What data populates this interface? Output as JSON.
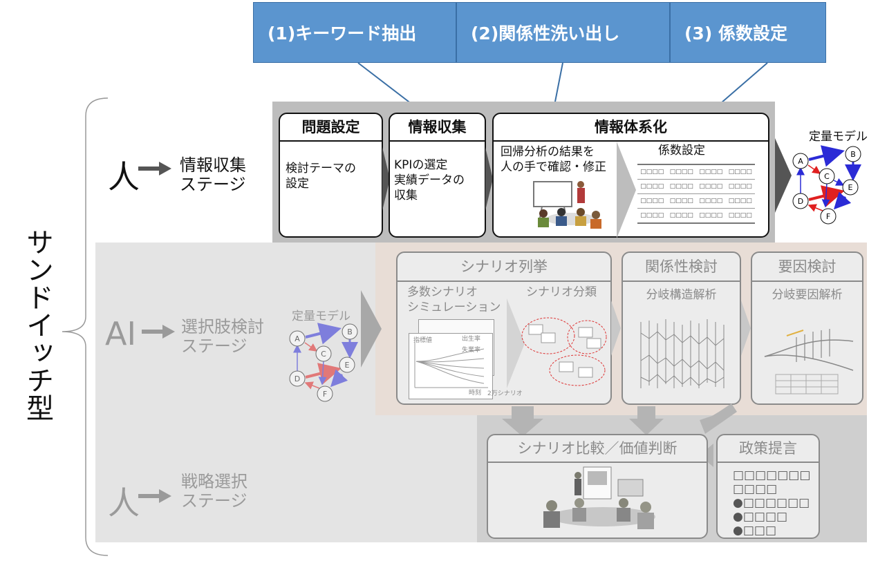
{
  "callouts": [
    {
      "label": "(1)キーワード抽出"
    },
    {
      "label": "(2)関係性洗い出し"
    },
    {
      "label": "(3) 係数設定"
    }
  ],
  "side_label": "サンドイッチ型",
  "stage1": {
    "actor": "人",
    "name": "情報収集\nステージ",
    "cards": {
      "problem": {
        "title": "問題設定",
        "body": "検討テーマの\n設定"
      },
      "collect": {
        "title": "情報収集",
        "body": "KPIの選定\n実績データの\n収集"
      },
      "system": {
        "title": "情報体系化",
        "left_text": "回帰分析の結果を\n人の手で確認・修正",
        "right_title": "係数設定",
        "cell": "□□□□"
      }
    },
    "model_label": "定量モデル"
  },
  "stage2": {
    "actor": "AI",
    "name": "選択肢検討\nステージ",
    "model_label": "定量モデル",
    "cards": {
      "scenario": {
        "title": "シナリオ列挙",
        "sub_left": "多数シナリオ\nシミュレーション",
        "sub_right": "シナリオ分類",
        "chart_labels": {
          "series1": "出生率",
          "series2": "失業率",
          "y": "指標値",
          "x": "時刻",
          "count": "2万シナリオ"
        }
      },
      "relation": {
        "title": "関係性検討",
        "sub": "分岐構造解析"
      },
      "factor": {
        "title": "要因検討",
        "sub": "分岐要因解析"
      }
    }
  },
  "stage3": {
    "actor": "人",
    "name": "戦略選択\nステージ",
    "cards": {
      "compare": {
        "title": "シナリオ比較／価値判断"
      },
      "policy": {
        "title": "政策提言",
        "lines": [
          "□□□□□□□",
          "□□□□",
          "●□□□□□□",
          "●□□□□",
          "●□□□"
        ]
      }
    }
  },
  "node_labels": [
    "A",
    "B",
    "C",
    "D",
    "E",
    "F"
  ],
  "colors": {
    "callout": "#5b95cf",
    "band_top": "#bdbdbd",
    "band_mid": "#e4e4e4",
    "tan": "#e8ddd6",
    "red": "#e02020",
    "blue": "#2b2bd6"
  }
}
